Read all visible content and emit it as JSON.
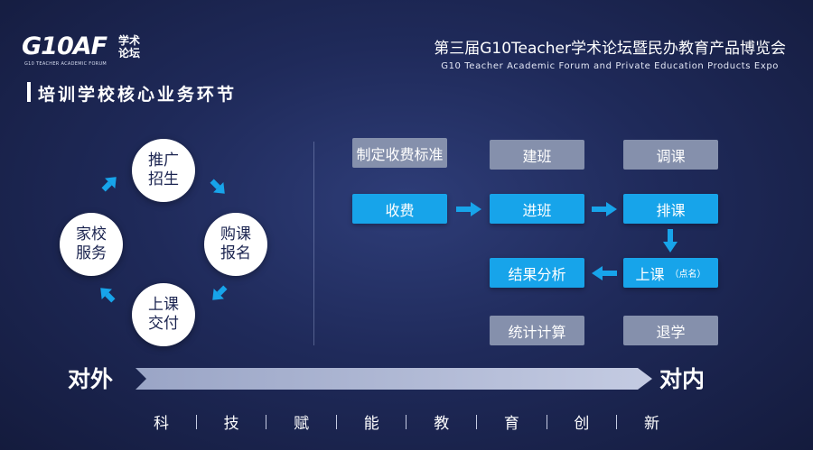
{
  "logo": {
    "mark": "G10AF",
    "cn_line1": "学术",
    "cn_line2": "论坛",
    "subtitle": "G10 TEACHER ACADEMIC FORUM"
  },
  "header": {
    "title_cn": "第三届G10Teacher学术论坛暨民办教育产品博览会",
    "title_en": "G10 Teacher Academic Forum and Private Education Products Expo"
  },
  "section": {
    "title": "培训学校核心业务环节"
  },
  "cycle": {
    "top_line1": "推广",
    "top_line2": "招生",
    "right_line1": "购课",
    "right_line2": "报名",
    "bottom_line1": "上课",
    "bottom_line2": "交付",
    "left_line1": "家校",
    "left_line2": "服务"
  },
  "flow": {
    "fee_standard": "制定收费标准",
    "create_class": "建班",
    "adjust_class": "调课",
    "charge": "收费",
    "enter_class": "进班",
    "schedule": "排课",
    "attend": "上课",
    "roll_call": "（点名）",
    "result_analysis": "结果分析",
    "statistics": "统计计算",
    "withdraw": "退学"
  },
  "bottom": {
    "external": "对外",
    "internal": "对内",
    "slogan": [
      "科",
      "技",
      "赋",
      "能",
      "教",
      "育",
      "创",
      "新"
    ]
  },
  "colors": {
    "accent_blue": "#17a4ea",
    "gray_box": "#8590ac",
    "background": "#1f2a5a"
  }
}
